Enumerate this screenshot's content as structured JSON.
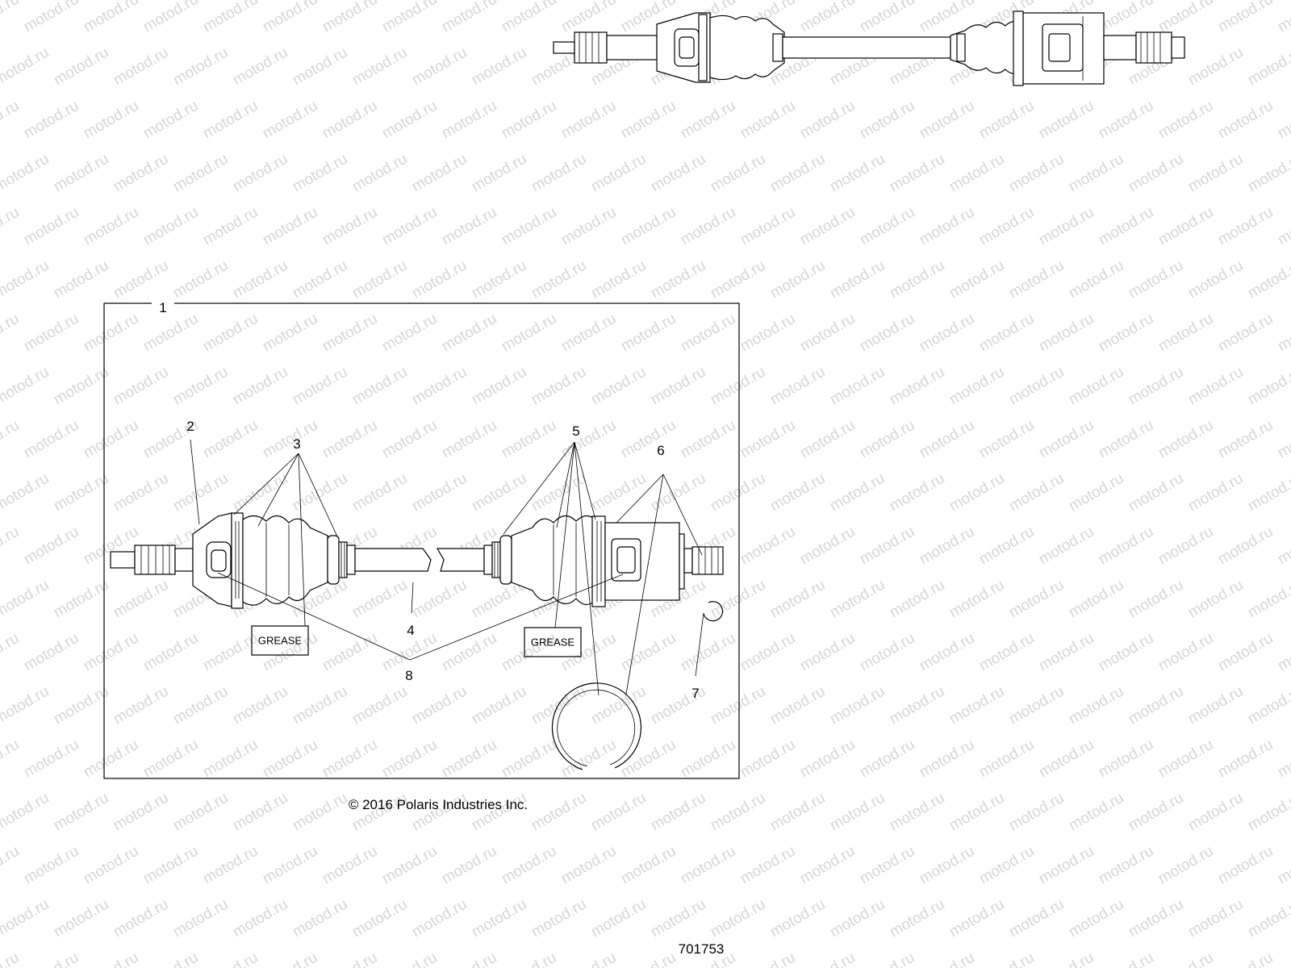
{
  "watermark": {
    "text": "motod.ru",
    "color": "#d6d6d6"
  },
  "callouts": {
    "c1": "1",
    "c2": "2",
    "c3": "3",
    "c4": "4",
    "c5": "5",
    "c6": "6",
    "c7": "7",
    "c8": "8"
  },
  "labels": {
    "grease_left": "GREASE",
    "grease_right": "GREASE"
  },
  "copyright": "© 2016 Polaris Industries Inc.",
  "drawing_number": "701753"
}
